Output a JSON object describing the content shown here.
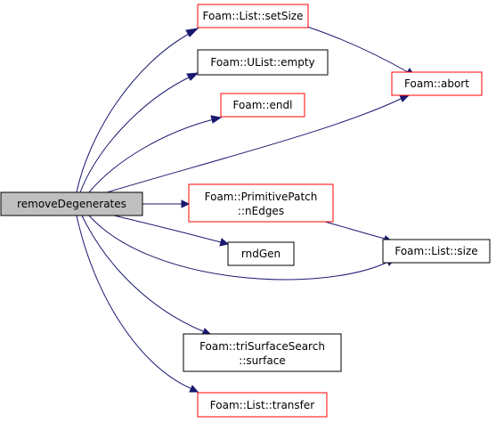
{
  "colors": {
    "edge": "#191970",
    "link_border": "#ff0000",
    "plain_border": "#000000",
    "root_fill": "#bfbfbf",
    "node_fill": "#ffffff"
  },
  "nodes": {
    "remove_degenerates": {
      "label": "removeDegenerates"
    },
    "list_set_size": {
      "label": "Foam::List::setSize"
    },
    "ulist_empty": {
      "label": "Foam::UList::empty"
    },
    "endl": {
      "label": "Foam::endl"
    },
    "abort": {
      "label": "Foam::abort"
    },
    "primitive_patch_nedges": {
      "line1": "Foam::PrimitivePatch",
      "line2": "::nEdges"
    },
    "rnd_gen": {
      "label": "rndGen"
    },
    "list_size": {
      "label": "Foam::List::size"
    },
    "tri_surface_search": {
      "line1": "Foam::triSurfaceSearch",
      "line2": "::surface"
    },
    "list_transfer": {
      "label": "Foam::List::transfer"
    }
  }
}
